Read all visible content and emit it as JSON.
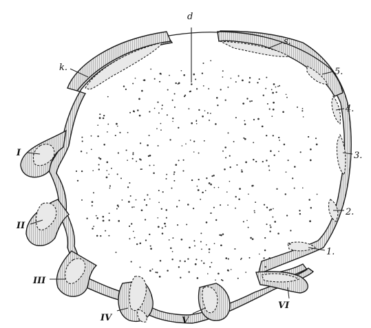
{
  "labels": {
    "d": "d",
    "s": "s.",
    "k": "k.",
    "n5": "5.",
    "n4": "4.",
    "n3": "3.",
    "n2": "2.",
    "n1": "1.",
    "I": "I",
    "II": "II",
    "III": "III",
    "IV": "IV",
    "V": "V",
    "VI": "VI"
  },
  "colors": {
    "ink": "#1a1a1a",
    "ectoderm_fill": "#d8d8d8",
    "background": "#ffffff"
  }
}
